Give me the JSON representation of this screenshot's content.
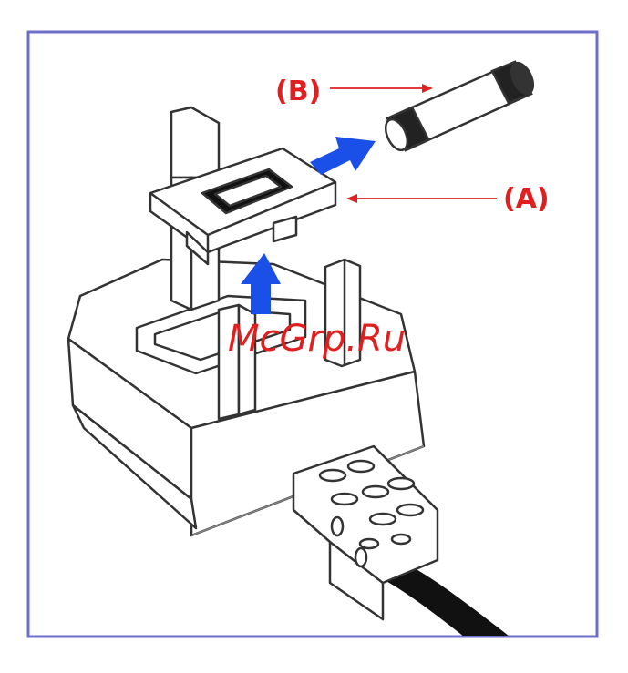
{
  "labels": {
    "fuse": "(B)",
    "fuse_carrier": "(A)"
  },
  "watermark": "McGrp.Ru",
  "colors": {
    "frame": "#6e6ec8",
    "label": "#e02020",
    "arrow": "#1a4fe8",
    "outline": "#333333",
    "body_fill": "#ffffff",
    "cable": "#111111"
  },
  "icons": {
    "fuse": "fuse-icon",
    "plug": "plug-icon"
  }
}
